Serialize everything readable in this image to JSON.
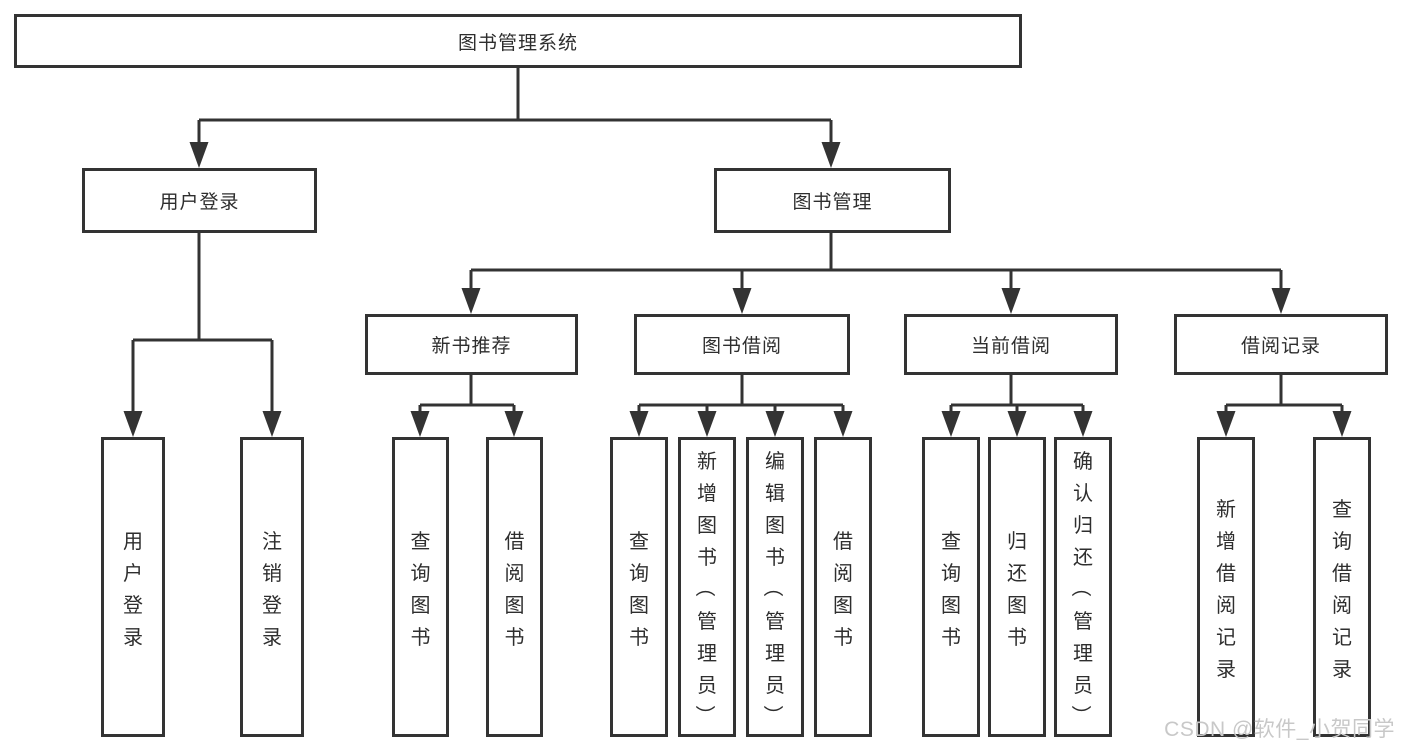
{
  "tree": {
    "root": {
      "label": "图书管理系统"
    },
    "branches": [
      {
        "label": "用户登录",
        "children": [
          {
            "label": "用户登录"
          },
          {
            "label": "注销登录"
          }
        ]
      },
      {
        "label": "图书管理",
        "groups": [
          {
            "label": "新书推荐",
            "children": [
              {
                "label": "查询图书"
              },
              {
                "label": "借阅图书"
              }
            ]
          },
          {
            "label": "图书借阅",
            "children": [
              {
                "label": "查询图书"
              },
              {
                "label": "新增图书（管理员）"
              },
              {
                "label": "编辑图书（管理员）"
              },
              {
                "label": "借阅图书"
              }
            ]
          },
          {
            "label": "当前借阅",
            "children": [
              {
                "label": "查询图书"
              },
              {
                "label": "归还图书"
              },
              {
                "label": "确认归还（管理员）"
              }
            ]
          },
          {
            "label": "借阅记录",
            "children": [
              {
                "label": "新增借阅记录"
              },
              {
                "label": "查询借阅记录"
              }
            ]
          }
        ]
      }
    ]
  },
  "watermark": {
    "text": "CSDN @软件_小贺同学"
  },
  "colors": {
    "line": "#333333",
    "box_border": "#333333",
    "text": "#2e2e2e",
    "background": "#ffffff",
    "watermark": "#c8c8c8"
  }
}
